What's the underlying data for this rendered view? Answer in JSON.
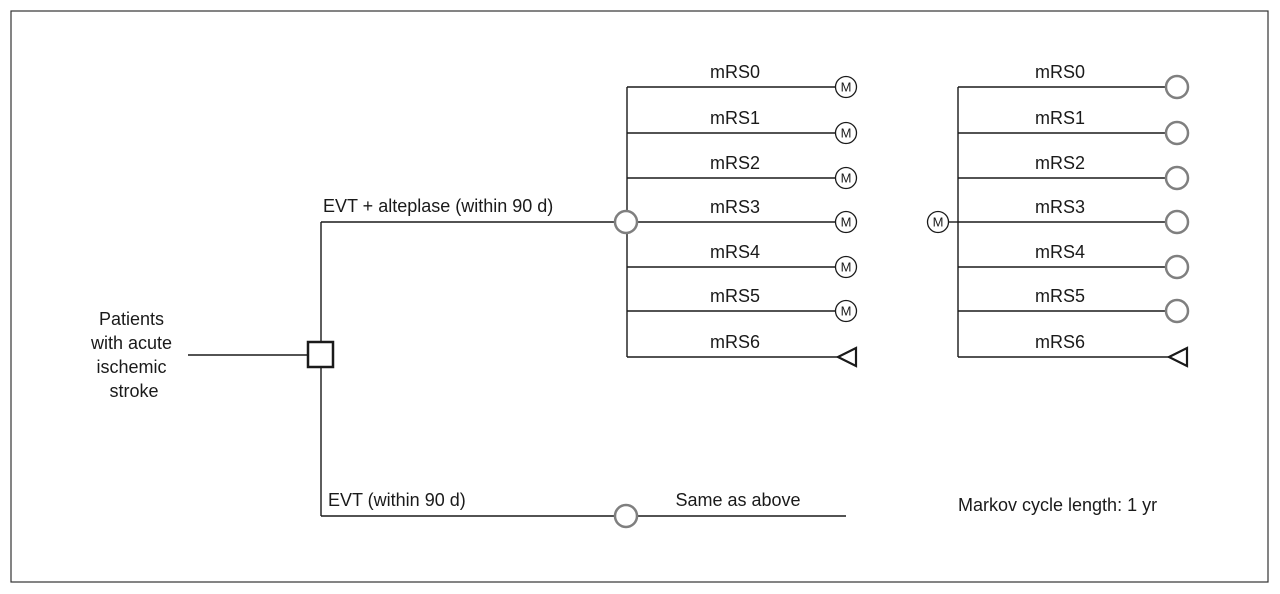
{
  "root": {
    "label_lines": [
      "Patients",
      "with acute",
      "ischemic",
      "stroke"
    ]
  },
  "branches": {
    "evt_alteplase": "EVT + alteplase (within 90 d)",
    "evt": "EVT (within 90 d)",
    "same_as_above": "Same as above"
  },
  "outcomes_tree": [
    "mRS0",
    "mRS1",
    "mRS2",
    "mRS3",
    "mRS4",
    "mRS5",
    "mRS6"
  ],
  "markov": {
    "node_label": "M",
    "states": [
      "mRS0",
      "mRS1",
      "mRS2",
      "mRS3",
      "mRS4",
      "mRS5",
      "mRS6"
    ],
    "cycle_note": "Markov cycle length: 1 yr"
  }
}
